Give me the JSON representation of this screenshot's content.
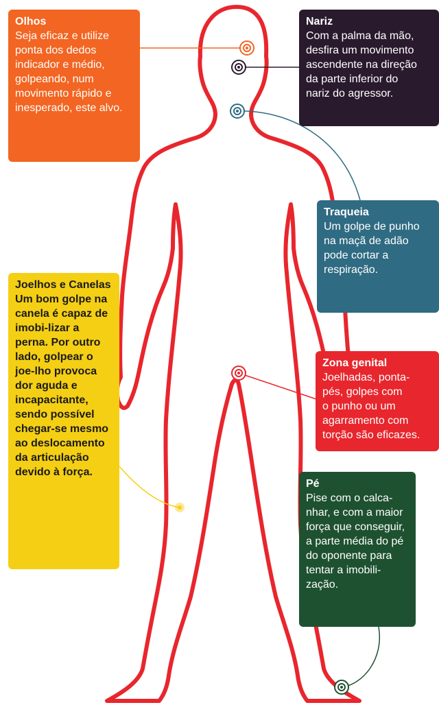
{
  "colors": {
    "body_outline": "#e8262d",
    "olhos": "#f26522",
    "nariz": "#2a1a2e",
    "traqueia": "#2f6b82",
    "joelhos": "#f5cf14",
    "genital": "#e8262d",
    "pe": "#1e5130"
  },
  "callouts": {
    "olhos": {
      "title": "Olhos",
      "text": "Seja eficaz e utilize ponta dos dedos indicador e médio, golpeando, num movimento rápido e inesperado, este alvo."
    },
    "nariz": {
      "title": "Nariz",
      "lines": [
        "Com a palma da mão,",
        "desfira um movimento",
        "ascendente na direção",
        "da parte inferior do",
        "nariz do agressor."
      ]
    },
    "traqueia": {
      "title": "Traqueia",
      "text": "Um golpe de punho na maçã de adão pode cortar a respiração."
    },
    "joelhos": {
      "title": "Joelhos e Canelas",
      "text": "Um bom golpe na canela é capaz de imobi-lizar a perna. Por outro lado, golpear o joe-lho provoca dor aguda e incapacitante, sendo possível chegar-se mesmo ao deslocamento da articulação devido à força."
    },
    "genital": {
      "title": "Zona genital",
      "lines": [
        "Joelhadas, ponta-",
        "pés, golpes com",
        "o punho ou um",
        "agarramento com",
        "torção são eficazes."
      ]
    },
    "pe": {
      "title": "Pé",
      "text": "Pise com o calca-nhar, e com a maior força que conseguir, a parte média do pé do oponente para tentar a imobili-zação."
    }
  }
}
